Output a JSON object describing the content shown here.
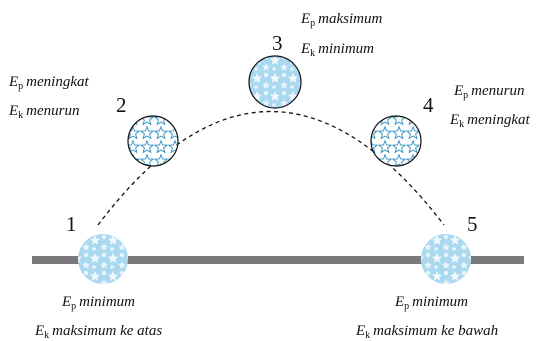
{
  "positions": [
    {
      "number": "1",
      "energy_potential": {
        "symbol": "E",
        "subscript": "p",
        "state": "minimum"
      },
      "energy_kinetic": {
        "symbol": "E",
        "subscript": "k",
        "state": "maksimum ke atas"
      }
    },
    {
      "number": "2",
      "energy_potential": {
        "symbol": "E",
        "subscript": "p",
        "state": "meningkat"
      },
      "energy_kinetic": {
        "symbol": "E",
        "subscript": "k",
        "state": "menurun"
      }
    },
    {
      "number": "3",
      "energy_potential": {
        "symbol": "E",
        "subscript": "p",
        "state": "maksimum"
      },
      "energy_kinetic": {
        "symbol": "E",
        "subscript": "k",
        "state": "minimum"
      }
    },
    {
      "number": "4",
      "energy_potential": {
        "symbol": "E",
        "subscript": "p",
        "state": "menurun"
      },
      "energy_kinetic": {
        "symbol": "E",
        "subscript": "k",
        "state": "meningkat"
      }
    },
    {
      "number": "5",
      "energy_potential": {
        "symbol": "E",
        "subscript": "p",
        "state": "minimum"
      },
      "energy_kinetic": {
        "symbol": "E",
        "subscript": "k",
        "state": "maksimum ke bawah"
      }
    }
  ],
  "colors": {
    "ground": "#7a7a7c",
    "ball_fill": "#a9d8ef",
    "ball_pattern": "#ffffff",
    "ball_outline_dashed": "#2a8fc0",
    "path": "#111111",
    "text": "#111111"
  }
}
